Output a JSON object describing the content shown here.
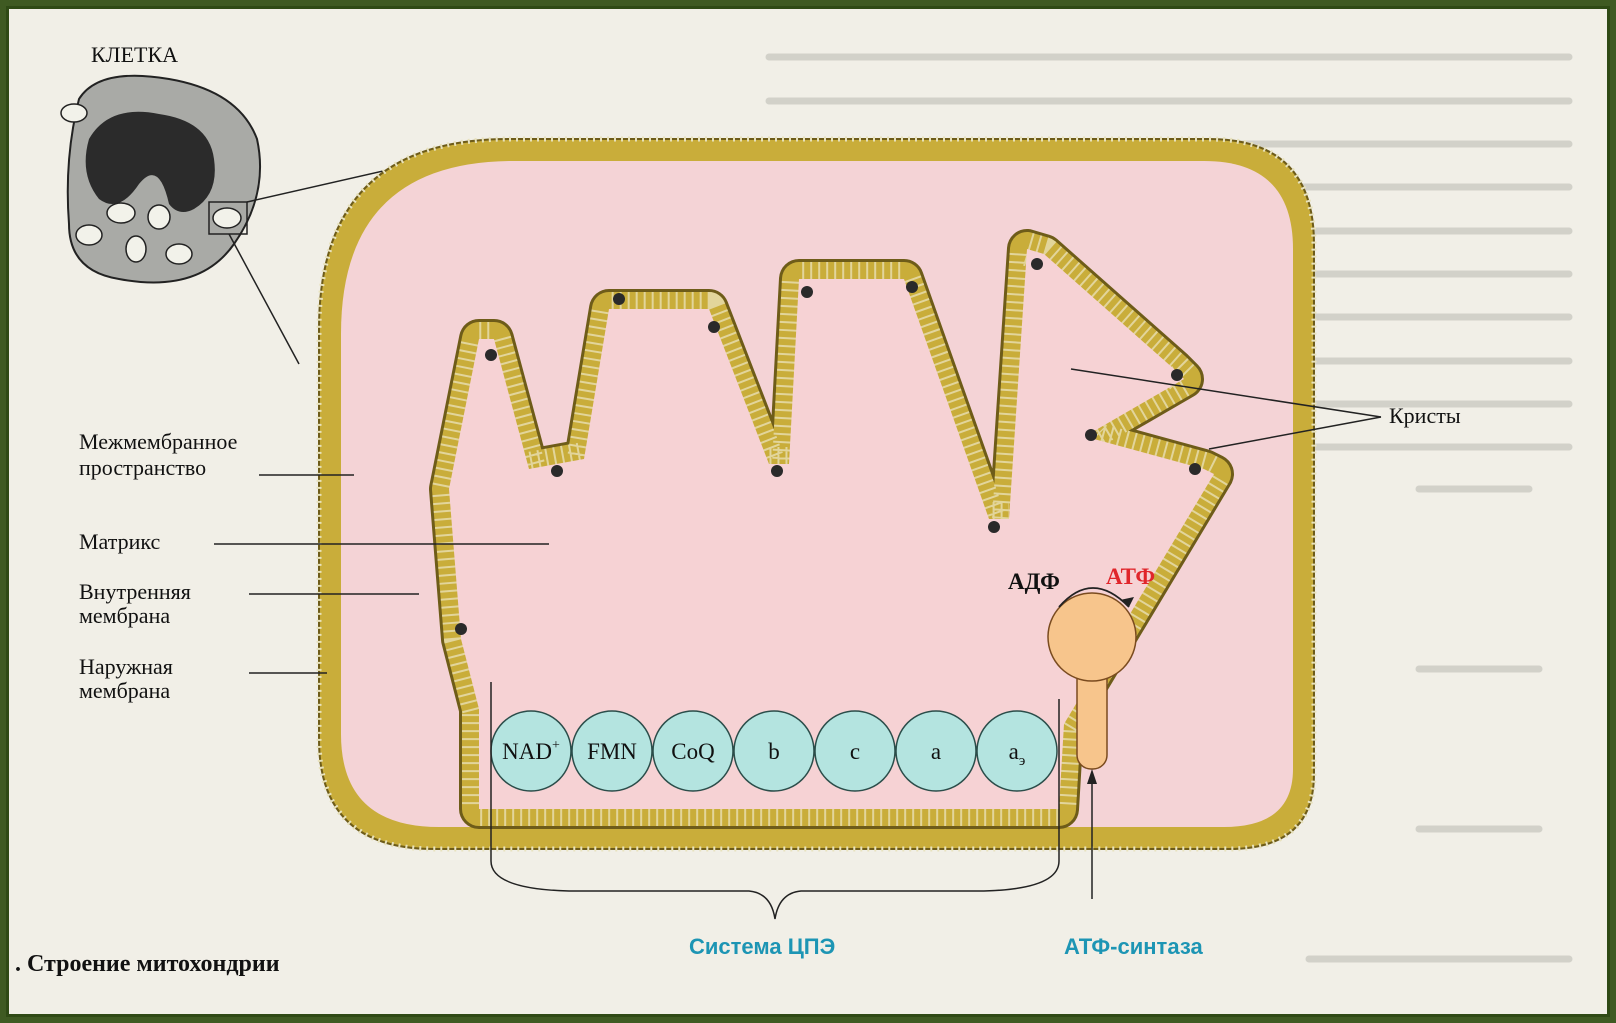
{
  "cell": {
    "title": "КЛЕТКА"
  },
  "labels": {
    "intermembrane_line1": "Межмембранное",
    "intermembrane_line2": "пространство",
    "matrix": "Матрикс",
    "inner_line1": "Внутренняя",
    "inner_line2": "мембрана",
    "outer_line1": "Наружная",
    "outer_line2": "мембрана",
    "cristae": "Кристы",
    "adp": "АДФ",
    "atp": "АТФ",
    "etc_system": "Система ЦПЭ",
    "atp_synthase": "АТФ-синтаза",
    "caption": ". Строение митохондрии"
  },
  "chain": [
    {
      "main": "NAD",
      "sup": "+",
      "sub": ""
    },
    {
      "main": "FMN",
      "sup": "",
      "sub": ""
    },
    {
      "main": "CoQ",
      "sup": "",
      "sub": ""
    },
    {
      "main": "b",
      "sup": "",
      "sub": ""
    },
    {
      "main": "c",
      "sup": "",
      "sub": ""
    },
    {
      "main": "a",
      "sup": "",
      "sub": ""
    },
    {
      "main": "a",
      "sup": "",
      "sub": "э"
    }
  ],
  "colors": {
    "membrane": "#c9ad3a",
    "matrix": "#f6d2d4",
    "complex": "#b4e4e0",
    "synthase": "#f7c58c",
    "atp_red": "#e0262b",
    "teal_text": "#1d95b4"
  }
}
